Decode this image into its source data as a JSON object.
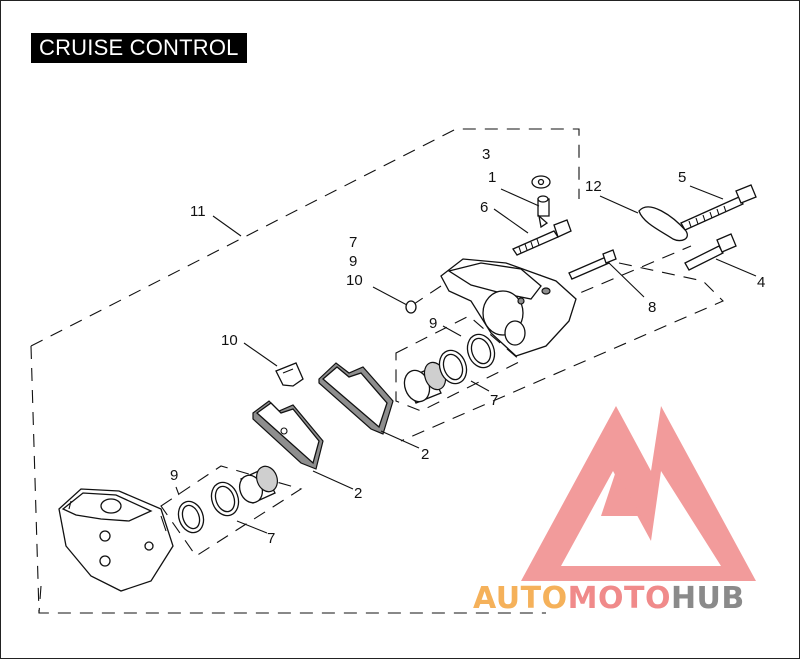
{
  "title": "CRUISE CONTROL",
  "callouts": {
    "c1": "1",
    "c2a": "2",
    "c2b": "2",
    "c3": "3",
    "c4": "4",
    "c5": "5",
    "c6": "6",
    "c7a": "7",
    "c7b": "7",
    "c7c": "7",
    "c8": "8",
    "c9a": "9",
    "c9b": "9",
    "c9c": "9",
    "c10a": "10",
    "c10b": "10",
    "c11": "11",
    "c12": "12"
  },
  "watermark": {
    "part1": "AUTO",
    "part2": "MOTO",
    "part3": "HUB",
    "color1": "#f5b15a",
    "color2": "#f08a8a",
    "color3": "#8a8a8a",
    "logo_color": "#f08a8a"
  }
}
